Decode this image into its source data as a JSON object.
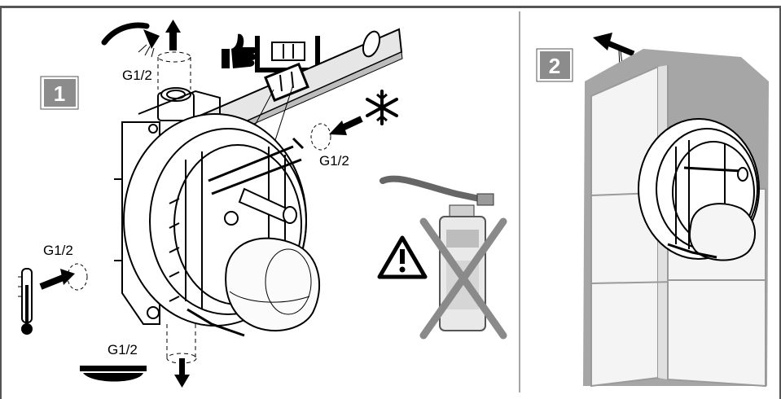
{
  "steps": [
    {
      "number": "1"
    },
    {
      "number": "2"
    }
  ],
  "labels": {
    "top_outlet": "G1/2",
    "right_inlet": "G1/2",
    "left_inlet": "G1/2",
    "bottom_outlet": "G1/2"
  },
  "icons": {
    "shower": "shower-head-icon",
    "thumbs_up": "thumbs-up-icon",
    "spirit_level": "spirit-level-icon",
    "cold": "snowflake-icon",
    "hot": "thermometer-icon",
    "warning": "warning-triangle-icon",
    "no_torch": "crossed-out-blowtorch-icon",
    "bathtub": "bathtub-icon"
  },
  "colors": {
    "step_badge": "#8c8c8c",
    "wall_grey": "#a6a6a6",
    "tile_light": "#f4f4f4",
    "cross_grey": "#8a8a8a"
  }
}
